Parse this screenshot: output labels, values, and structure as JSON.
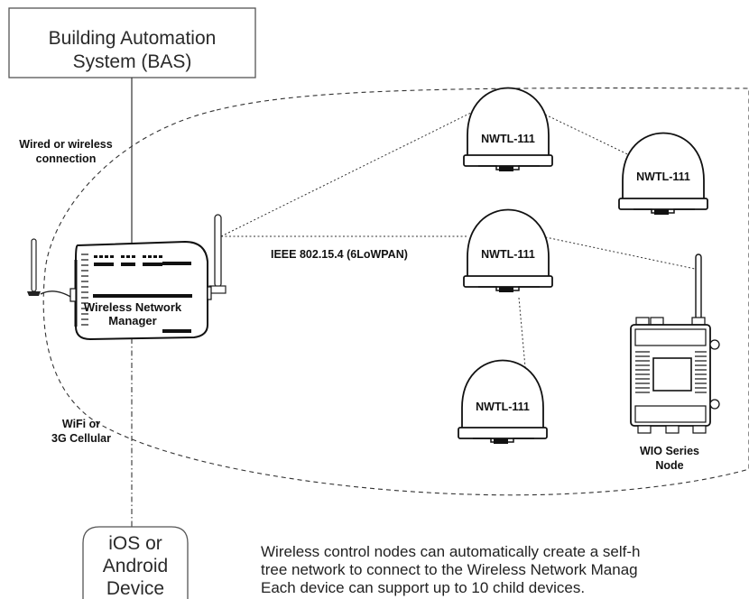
{
  "bas_box": {
    "line1": "Building Automation",
    "line2": "System (BAS)"
  },
  "wired_label": {
    "line1": "Wired or wireless",
    "line2": "connection"
  },
  "manager": {
    "line1": "Wireless Network",
    "line2": "Manager"
  },
  "protocol_label": "IEEE 802.15.4 (6LoWPAN)",
  "nodes": [
    {
      "label": "NWTL-111"
    },
    {
      "label": "NWTL-111"
    },
    {
      "label": "NWTL-111"
    },
    {
      "label": "NWTL-111"
    }
  ],
  "wio_label": {
    "line1": "WIO Series",
    "line2": "Node"
  },
  "wifi_label": {
    "line1": "WiFi or",
    "line2": "3G Cellular"
  },
  "device_box": {
    "line1": "iOS or",
    "line2": "Android",
    "line3": "Device"
  },
  "caption": {
    "line1": "Wireless control nodes can automatically create a self-h",
    "line2": "tree network to connect to the Wireless Network Manag",
    "line3": "Each device can support up to 10 child devices."
  }
}
